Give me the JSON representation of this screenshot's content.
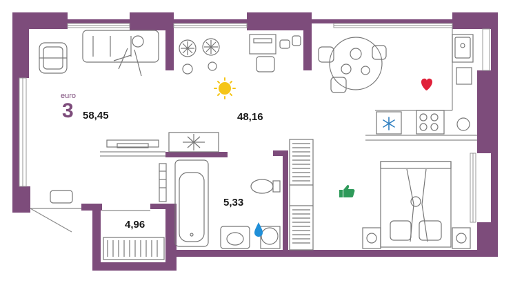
{
  "plan": {
    "type_label": "euro",
    "type_number": "3",
    "areas": {
      "living": "58,45",
      "kitchen": "48,16",
      "bathroom": "5,33",
      "balcony": "4,96"
    }
  },
  "icons": {
    "sun": "sun-icon",
    "heart": "heart-icon",
    "thumbs_up": "thumbs-up-icon",
    "snowflake": "snowflake-icon",
    "water_drop": "water-drop-icon"
  },
  "colors": {
    "wall": "#7d4c7b",
    "sun": "#f5c518",
    "heart": "#e0213a",
    "thumb": "#2e9a5a",
    "snow": "#2f7fc0",
    "drop": "#1f8fd8",
    "text": "#1a1a1a"
  }
}
